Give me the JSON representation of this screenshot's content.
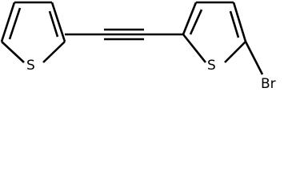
{
  "molecule": {
    "atoms": {
      "s1": "S",
      "s2": "S",
      "br": "Br"
    }
  }
}
